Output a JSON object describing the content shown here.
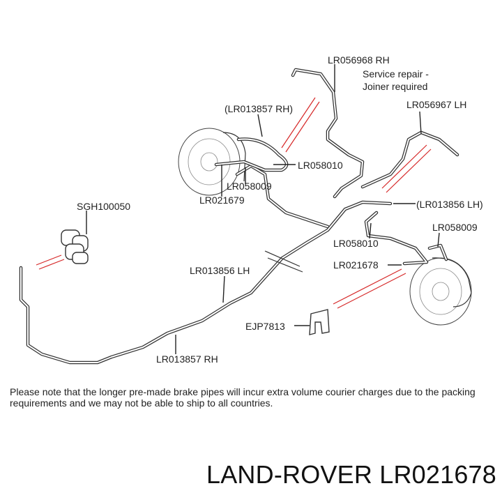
{
  "labels": {
    "lr056968": "LR056968 RH",
    "service_repair_1": "Service repair -",
    "service_repair_2": "Joiner required",
    "lr013857_paren": "(LR013857 RH)",
    "lr056967": "LR056967 LH",
    "lr058010_top": "LR058010",
    "lr058009_top": "LR058009",
    "lr021679": "LR021679",
    "sgh100050": "SGH100050",
    "lr013856_paren": "(LR013856 LH)",
    "lr058009_right": "LR058009",
    "lr058010_mid": "LR058010",
    "lr021678": "LR021678",
    "lr013856": "LR013856 LH",
    "ejp7813": "EJP7813",
    "lr013857": "LR013857 RH"
  },
  "note": "Please note that the longer pre-made brake pipes will incur extra volume courier charges due to the packing requirements and we may not be able to ship to all countries.",
  "brand": {
    "title": "LAND-ROVER LR021678"
  },
  "colors": {
    "accent_lines": "#d62828",
    "ink": "#222222"
  }
}
